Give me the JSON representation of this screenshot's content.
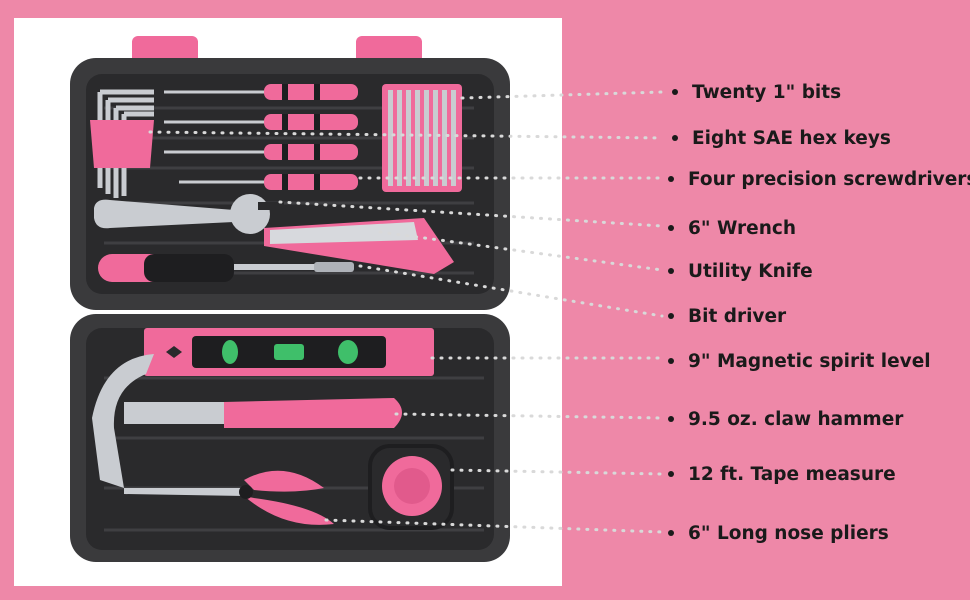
{
  "colors": {
    "background": "#ee88a8",
    "photo_background": "#ffffff",
    "case": "#3a3a3c",
    "case_tray": "#2a2a2c",
    "accent_pink": "#f06a9b",
    "metal": "#c9ccd1",
    "leader_dots": "#d9d9d9",
    "text": "#1a1a1a"
  },
  "callouts": [
    {
      "label": "Twenty 1\" bits"
    },
    {
      "label": "Eight SAE hex keys"
    },
    {
      "label": "Four precision  screwdrivers"
    },
    {
      "label": "6\" Wrench"
    },
    {
      "label": "Utility Knife"
    },
    {
      "label": "Bit driver"
    },
    {
      "label": "9\" Magnetic spirit level"
    },
    {
      "label": "9.5 oz. claw hammer"
    },
    {
      "label": "12 ft. Tape measure"
    },
    {
      "label": "6\" Long nose pliers"
    }
  ]
}
